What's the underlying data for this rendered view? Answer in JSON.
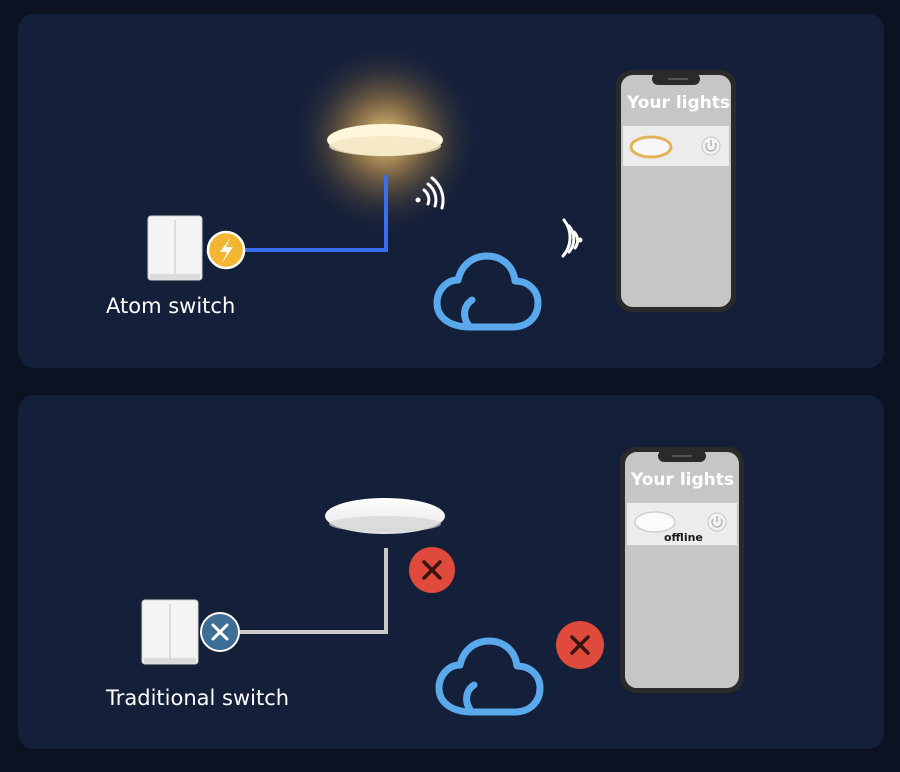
{
  "top": {
    "switch_label": "Atom switch",
    "phone_title": "Your lights"
  },
  "bottom": {
    "switch_label": "Traditional switch",
    "phone_title": "Your lights",
    "light_status": "offline"
  },
  "colors": {
    "panel": "#141f3a",
    "wire_active": "#3a6ef0",
    "wire_inactive": "#c8c8c8",
    "bolt_badge": "#f2b632",
    "cross_badge": "#e04a3c",
    "switch_cross_badge": "#3d6f96",
    "cloud": "#5aa9ec"
  },
  "icons": [
    "lightning-icon",
    "wifi-icon",
    "cloud-icon",
    "close-icon",
    "power-icon"
  ]
}
